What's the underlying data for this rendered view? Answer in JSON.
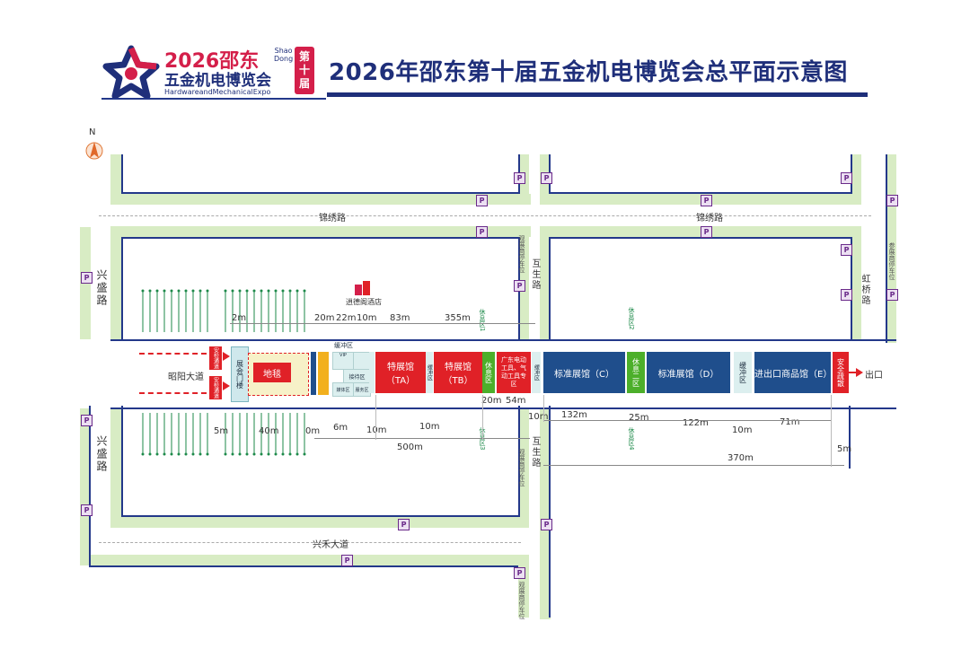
{
  "header": {
    "logo_year": "2026邵东",
    "logo_line2": "五金机电博览会",
    "logo_en": "HardwareandMechanicalExpo",
    "logo_shao": "Shao",
    "logo_dong": "Dong",
    "edition_badge": "第十届",
    "title": "2026年邵东第十届五金机电博览会总平面示意图"
  },
  "compass": {
    "north": "N"
  },
  "roads": {
    "jinxiu_left": "锦绣路",
    "jinxiu_right": "锦绣路",
    "xingsheng_top": "兴盛路",
    "xingsheng_bottom": "兴盛路",
    "husheng_top": "互生路",
    "husheng_bottom": "互生路",
    "hongqiao": "虹桥路",
    "zhaoyang": "昭阳大道",
    "xinghe": "兴禾大道"
  },
  "landmarks": {
    "hotel": "逍德阁酒店",
    "exit": "出口"
  },
  "halls": {
    "security_top": "安检通道",
    "security_bottom": "安检通道",
    "entrance_gate": "展会门楼",
    "carpet": "地毯",
    "buffer1": "缓冲区",
    "ta": "特展馆（TA）",
    "buffer2": "缓冲区",
    "tb": "特展馆（TB）",
    "rest1": "休息区",
    "guangdong": "广东电动工具、气动工具专区",
    "buffer3": "缓冲区",
    "c": "标准展馆（C）",
    "rest2": "休息二区",
    "d": "标准展馆（D）",
    "buffer4": "缓冲区",
    "e": "进出口商品馆（E）",
    "security_exit": "安全疏散",
    "vip": "VIP",
    "reception": "接待区",
    "media": "媒体区",
    "service": "服务区"
  },
  "distances": {
    "d2m": "2m",
    "d20m_a": "20m",
    "d22m": "22m",
    "d10m_a": "10m",
    "d83m": "83m",
    "d355m": "355m",
    "d40m": "40m",
    "d0m": "0m",
    "d5m_a": "5m",
    "d6m": "6m",
    "d10m_b": "10m",
    "d10m_c": "10m",
    "d500m": "500m",
    "d20m_b": "20m",
    "d54m": "54m",
    "d10m_d": "10m",
    "d132m": "132m",
    "d25m": "25m",
    "d122m": "122m",
    "d10m_e": "10m",
    "d71m": "71m",
    "d370m": "370m",
    "d5m_b": "5m"
  },
  "parking_labels": {
    "guest_left_top": "观展商停车位",
    "guest_left_bottom": "观展商停车位",
    "guest_mid_bottom": "观展商停车位",
    "exhibitor_right": "参展商停车位"
  },
  "rest_labels": {
    "rest_top_1": "休息区1",
    "rest_top_2": "休息区2",
    "rest_bottom_1": "休息区3",
    "rest_bottom_2": "休息区4"
  },
  "park_symbol": "P",
  "colors": {
    "navy": "#23388a",
    "red": "#e02127",
    "blue": "#1f4e8c",
    "green_hall": "#4caf2a",
    "green_road": "#d8ecc4",
    "buffer": "#dcefef",
    "brand_pink": "#d41f4a"
  }
}
